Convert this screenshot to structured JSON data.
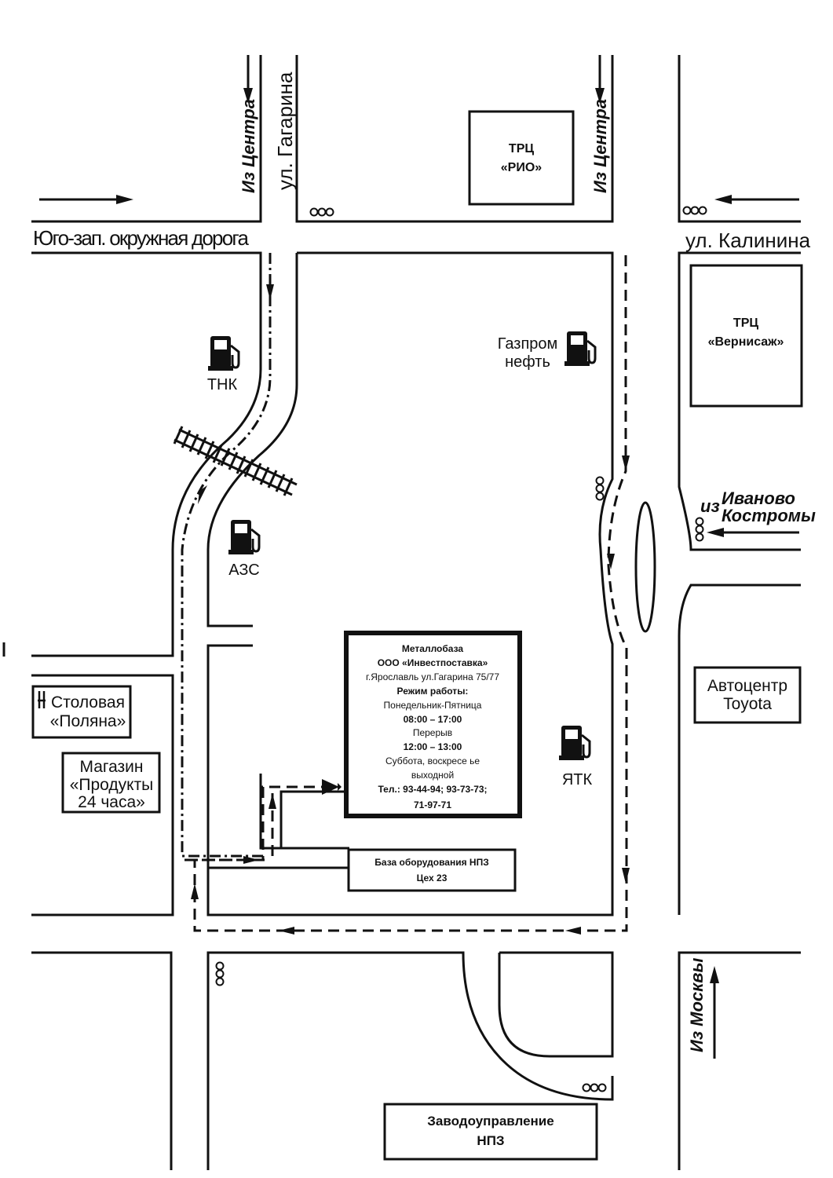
{
  "streets": {
    "ring_road": "Юго-зап. окружная дорога",
    "gagarina": "ул. Гагарина",
    "kalinina": "ул. Калинина"
  },
  "directions": {
    "from_center_1": "Из Центра",
    "from_center_2": "Из Центра",
    "from_ivanovo_prefix": "из",
    "from_ivanovo": "Иваново",
    "from_kostroma": "Костромы",
    "from_moscow": "Из Москвы"
  },
  "landmarks": {
    "rio_line1": "ТРЦ",
    "rio_line2": "«РИО»",
    "vernisazh_line1": "ТРЦ",
    "vernisazh_line2": "«Вернисаж»",
    "toyota_line1": "Автоцентр",
    "toyota_line2": "Toyota",
    "canteen_line1": "Столовая",
    "canteen_line2": "«Поляна»",
    "shop_line1": "Магазин",
    "shop_line2": "«Продукты",
    "shop_line3": "24 часа»",
    "equipment_line1": "База оборудования НПЗ",
    "equipment_line2": "Цех 23",
    "plant_line1": "Заводоуправление",
    "plant_line2": "НПЗ"
  },
  "fuel_stations": {
    "tnk": "ТНК",
    "azs": "АЗС",
    "gazprom_line1": "Газпром",
    "gazprom_line2": "нефть",
    "yatk": "ЯТК"
  },
  "main_box": {
    "title": "Металлобаза",
    "company": "ООО «Инвестпоставка»",
    "address": "г.Ярославль ул.Гагарина 75/77",
    "hours_label": "Режим работы:",
    "weekdays": "Понедельник-Пятница",
    "weekday_hours": "08:00 – 17:00",
    "break_label": "Перерыв",
    "break_hours": "12:00 – 13:00",
    "weekend_line1": "Суббота, воскресе   ье",
    "weekend_line2": "выходной",
    "phones_line1": "Тел.:  93-44-94; 93-73-73;",
    "phones_line2": "71-97-71"
  }
}
